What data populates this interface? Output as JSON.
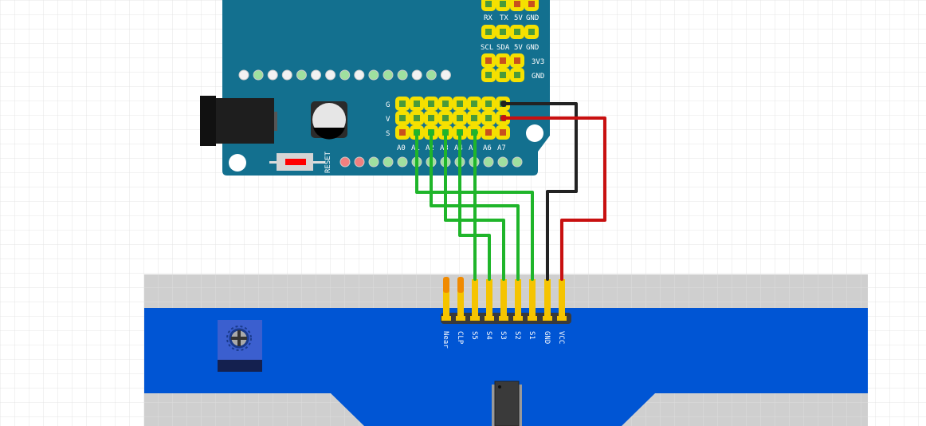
{
  "arduino": {
    "serial_labels": [
      "RX",
      "TX",
      "5V",
      "GND"
    ],
    "i2c_labels": [
      "SCL",
      "SDA",
      "5V",
      "GND"
    ],
    "power_labels": [
      "3V3",
      "GND"
    ],
    "gvs_labels": [
      "G",
      "V",
      "S"
    ],
    "analog_labels": [
      "A0",
      "A1",
      "A2",
      "A3",
      "A4",
      "A5",
      "A6",
      "A7"
    ],
    "reset_label": "RESET"
  },
  "sensor": {
    "pin_labels": [
      "Near",
      "CLP",
      "S5",
      "S4",
      "S3",
      "S2",
      "S1",
      "GND",
      "VCC"
    ]
  },
  "colors": {
    "board": "#13708f",
    "header": "#f5e000",
    "sensor_blue": "#0055d4",
    "wire_green": "#1fb52a",
    "wire_black": "#222222",
    "wire_red": "#c81010"
  }
}
